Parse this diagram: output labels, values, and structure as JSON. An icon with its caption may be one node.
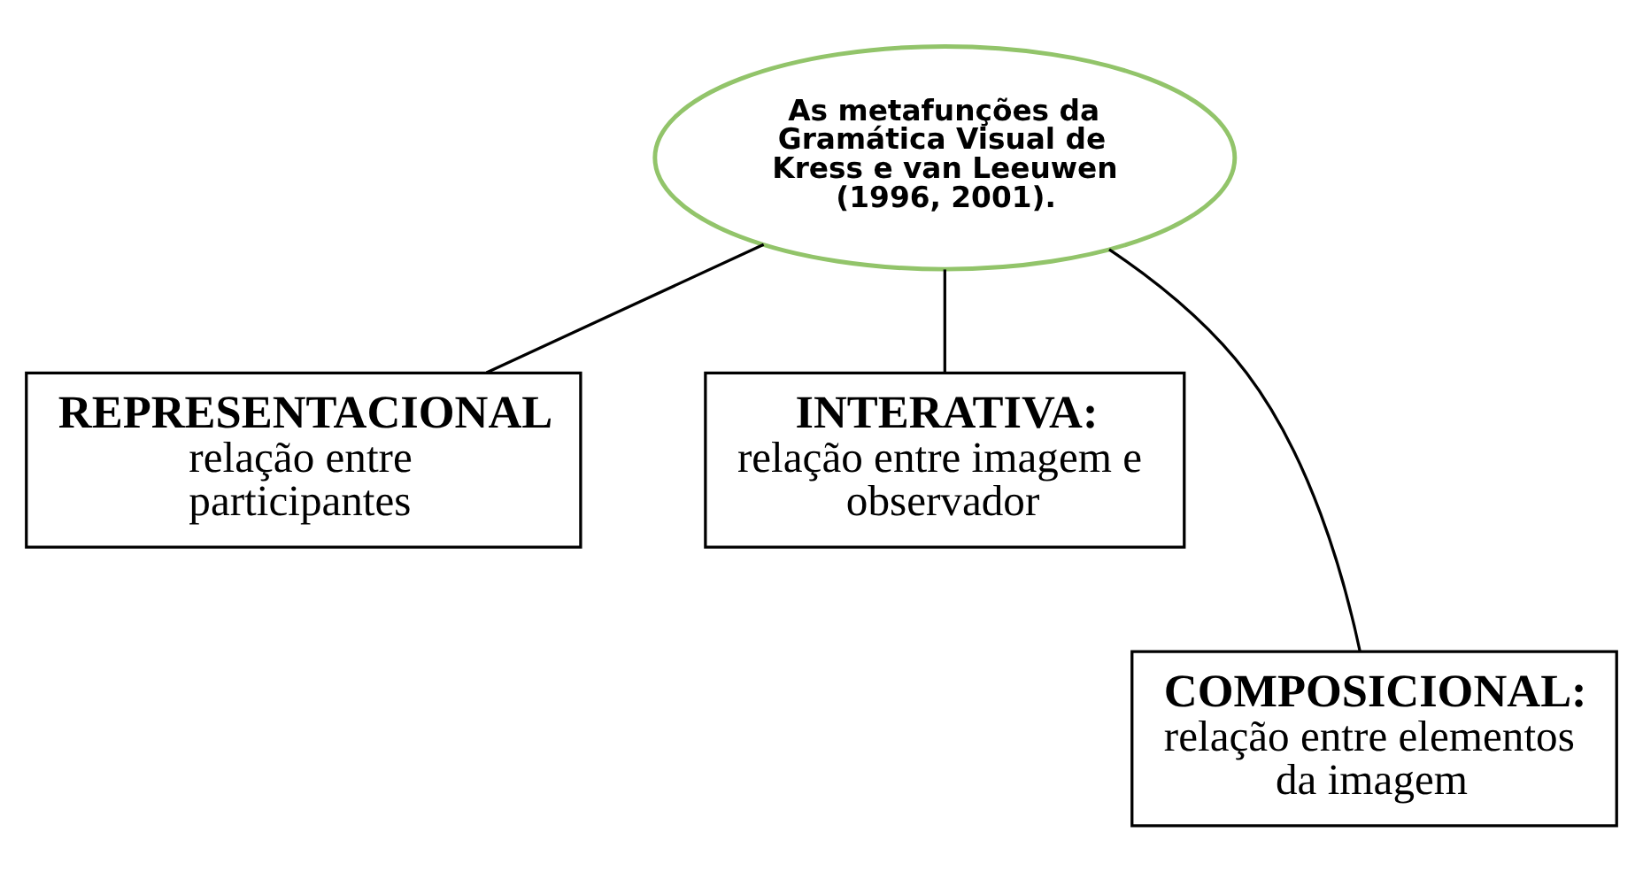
{
  "diagram": {
    "nodes": [
      {
        "text": [
          "As metafunções da Gramática Visual de Kress e van Leeuwen (1996, 2001)."
        ]
      },
      {
        "text": [
          "REPRESENTACIONAL",
          "relação entre participantes"
        ]
      },
      {
        "text": [
          "COMPOSICIONAL:",
          "relação entre elementos da imagem"
        ]
      },
      {
        "text": [
          "INTERATIVA:",
          "relação entre imagem e observador"
        ]
      }
    ],
    "edges": [
      {
        "from": 0,
        "to": 1,
        "arrow": "none"
      },
      {
        "from": 0,
        "to": 3,
        "arrow": "none"
      },
      {
        "from": 0,
        "to": 2,
        "arrow": "none"
      }
    ]
  }
}
